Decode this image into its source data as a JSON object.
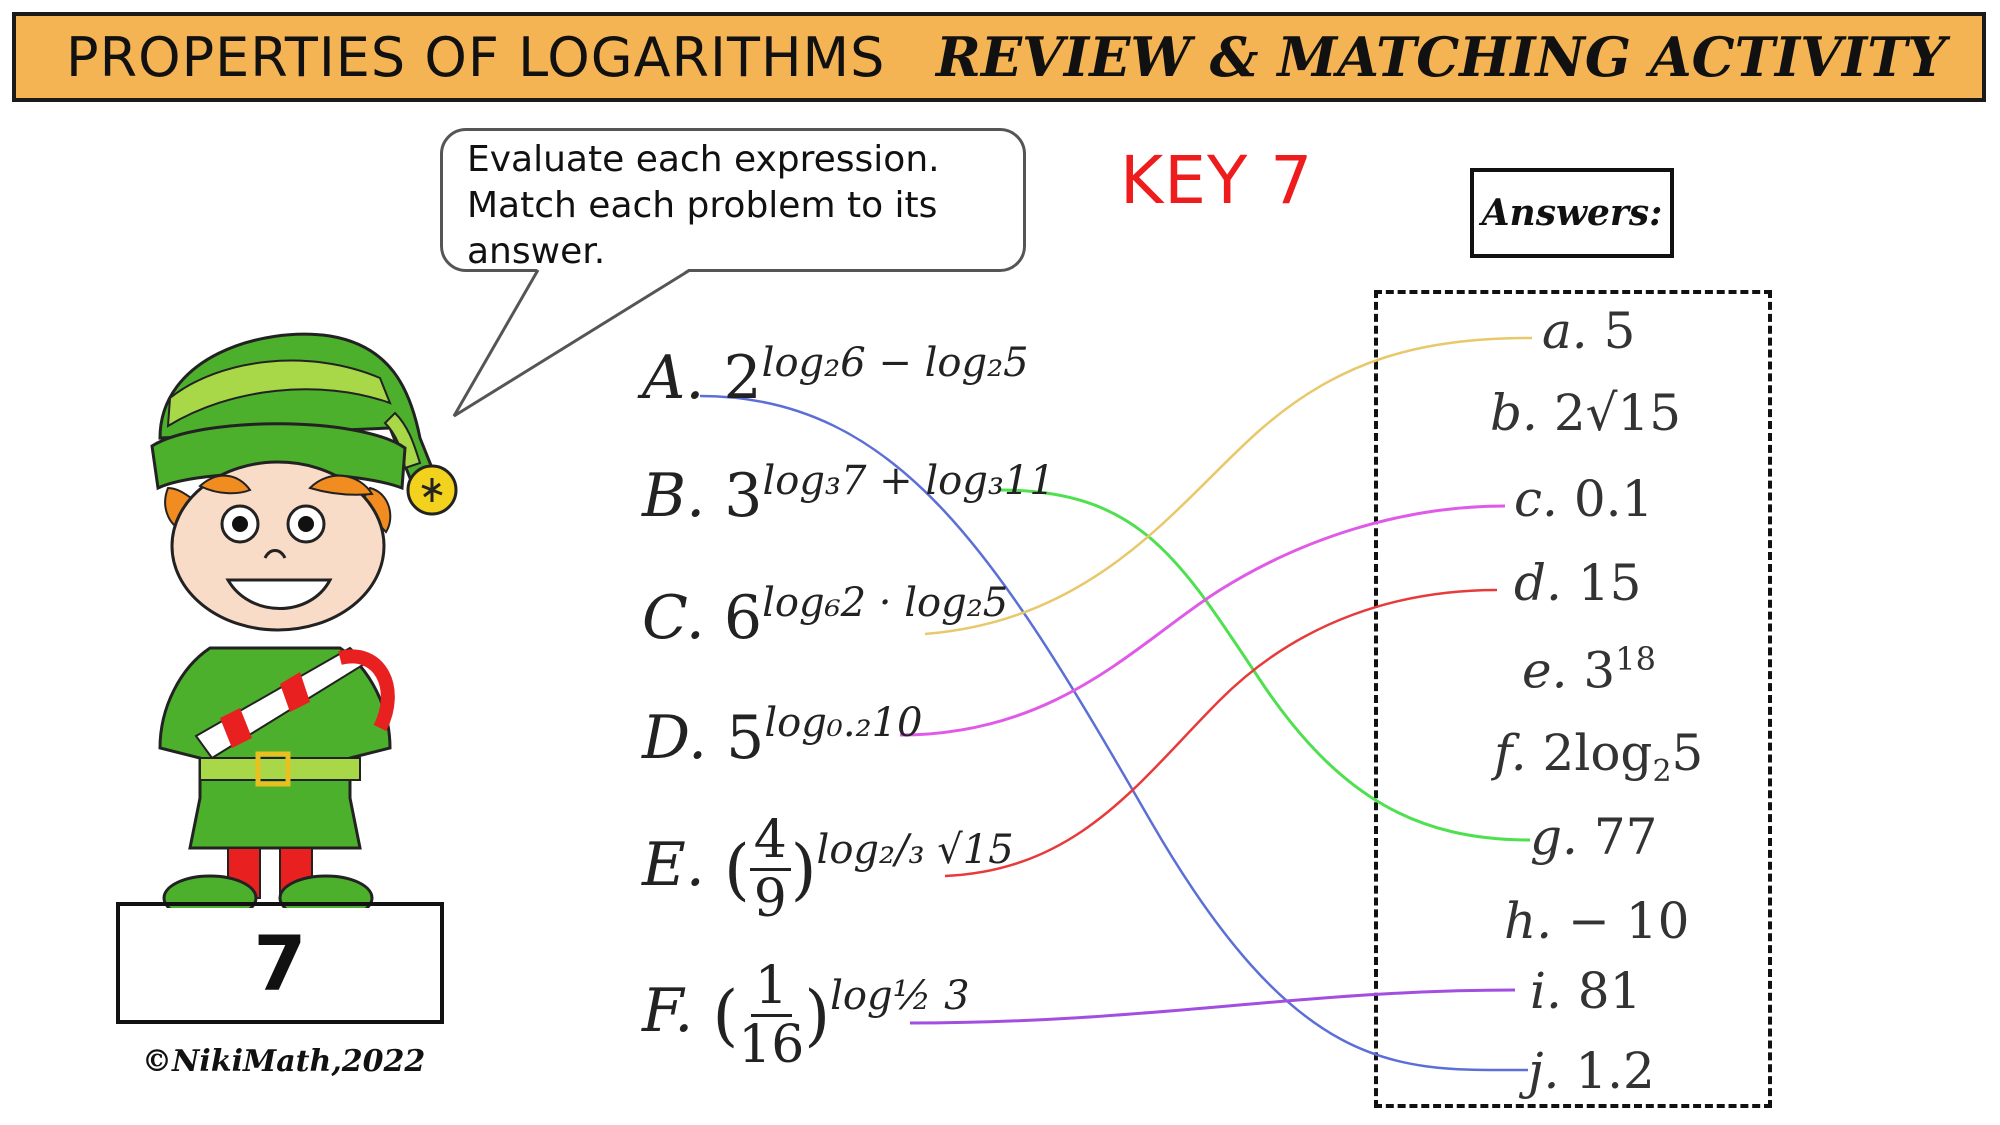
{
  "header": {
    "title_left": "PROPERTIES OF LOGARITHMS",
    "title_right": "REVIEW & MATCHING ACTIVITY",
    "background_color": "#f5b454"
  },
  "instructions": {
    "line1": "Evaluate each expression.",
    "line2": "Match each problem to its",
    "line3": "answer."
  },
  "key_label": "KEY 7",
  "answers_title": "Answers:",
  "problems": [
    {
      "letter": "A.",
      "base": "2",
      "exponent": "log₂6 − log₂5",
      "matches": "j"
    },
    {
      "letter": "B.",
      "base": "3",
      "exponent": "log₃7 + log₃11",
      "matches": "g"
    },
    {
      "letter": "C.",
      "base": "6",
      "exponent": "log₆2 · log₂5",
      "matches": "a"
    },
    {
      "letter": "D.",
      "base": "5",
      "exponent": "log₀.₂10",
      "matches": "c"
    },
    {
      "letter": "E.",
      "base_num": "4",
      "base_den": "9",
      "exponent": "log₂/₃ √15",
      "matches": "d"
    },
    {
      "letter": "F.",
      "base_num": "1",
      "base_den": "16",
      "exponent": "log½ 3",
      "matches": "i"
    }
  ],
  "answers": [
    {
      "letter": "a.",
      "value": "5"
    },
    {
      "letter": "b.",
      "value": "2√15"
    },
    {
      "letter": "c.",
      "value": "0.1"
    },
    {
      "letter": "d.",
      "value": "15"
    },
    {
      "letter": "e.",
      "value": "3",
      "superscript": "18"
    },
    {
      "letter": "f.",
      "value": "2log",
      "subscript": "2",
      "tail": "5"
    },
    {
      "letter": "g.",
      "value": "77"
    },
    {
      "letter": "h.",
      "value": "− 10"
    },
    {
      "letter": "i.",
      "value": "81"
    },
    {
      "letter": "j.",
      "value": "1.2"
    }
  ],
  "match_lines": [
    {
      "from": "A",
      "to": "j",
      "color": "#5b6fd6"
    },
    {
      "from": "B",
      "to": "g",
      "color": "#4ee04e"
    },
    {
      "from": "C",
      "to": "a",
      "color": "#e8c86a"
    },
    {
      "from": "D",
      "to": "c",
      "color": "#e05ae8"
    },
    {
      "from": "E",
      "to": "d",
      "color": "#e83a3a"
    },
    {
      "from": "F",
      "to": "i",
      "color": "#a24ee0"
    }
  ],
  "card_number": "7",
  "copyright": "©NikiMath,2022"
}
